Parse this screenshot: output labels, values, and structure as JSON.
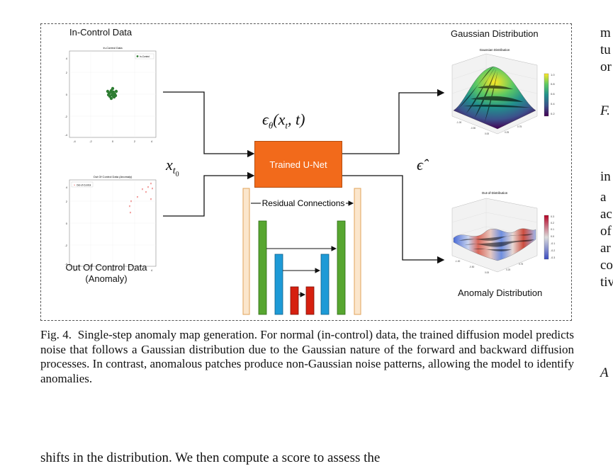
{
  "figure": {
    "in_control_label": "In-Control Data",
    "in_control_plot_title": "In-Control Data",
    "in_control_legend": "In-Control",
    "out_control_plot_title": "Out Of Control Data (Anomaly)",
    "out_control_legend": "Out-of-Control",
    "out_control_label_line1": "Out Of Control Data",
    "out_control_label_line2": "(Anomaly)",
    "gaussian_label": "Gaussian Distribution",
    "gaussian_plot_title": "Gaussian Distribution",
    "ood_plot_title": "Out-of-Distribution",
    "anomaly_label": "Anomaly Distribution",
    "unet_label": "Trained U-Net",
    "residual_label": "Residual Connections",
    "input_symbol": "x_{t_0}",
    "model_symbol": "ε_θ(x_t, t)",
    "output_symbol": "ε̂",
    "scatter_x_ticks": [
      "-4",
      "-2",
      "0",
      "2",
      "4"
    ],
    "scatter_y_ticks": [
      "4",
      "2",
      "0",
      "-2",
      "-4"
    ],
    "gauss_colorbar_ticks": [
      "1.0",
      "0.8",
      "0.6",
      "0.4",
      "0.2"
    ],
    "ood_colorbar_ticks": [
      "0.3",
      "0.2",
      "0.1",
      "0.0",
      "-0.1",
      "-0.2",
      "-0.3"
    ],
    "colors": {
      "unet": "#f26a1b",
      "green_block": "#57a630",
      "blue_block": "#1e9ad6",
      "red_block": "#d62010",
      "residual_bar": "#fbe6cc"
    }
  },
  "caption": {
    "label": "Fig. 4.",
    "text": "Single-step anomaly map generation. For normal (in-control) data, the trained diffusion model predicts noise that follows a Gaussian distribution due to the Gaussian nature of the forward and backward diffusion processes. In contrast, anomalous patches produce non-Gaussian noise patterns, allowing the model to identify anomalies."
  },
  "right_column": [
    "m",
    "tu",
    "or",
    "F.",
    "in",
    "a",
    "ac",
    "of",
    "ar",
    "co",
    "tiv",
    "A"
  ],
  "bottom_cut_text": "shifts in the distribution. We then compute a score to assess the"
}
